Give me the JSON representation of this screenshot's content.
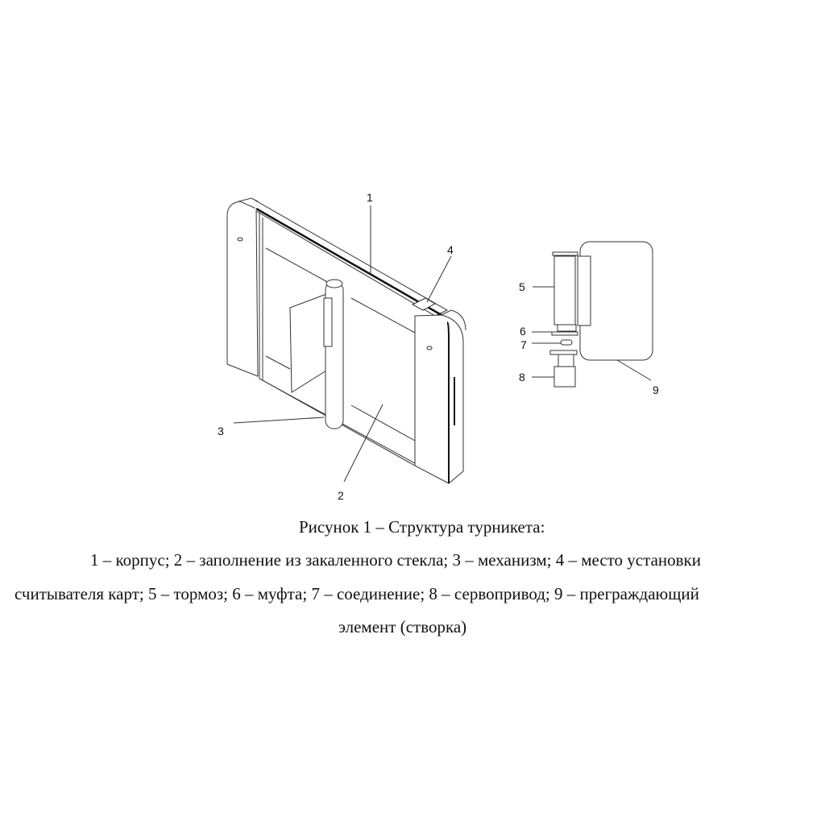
{
  "figure": {
    "callouts": [
      "1",
      "2",
      "3",
      "4",
      "5",
      "6",
      "7",
      "8",
      "9"
    ],
    "caption_title": "Рисунок 1 – Структура турникета:",
    "legend_lines": [
      "1 – корпус; 2 – заполнение из закаленного стекла; 3 – механизм; 4 – место установки",
      "считывателя карт; 5 – тормоз; 6 – муфта; 7 – соединение; 8 – сервопривод;  9 – преграждающий",
      "элемент (створка)"
    ]
  }
}
